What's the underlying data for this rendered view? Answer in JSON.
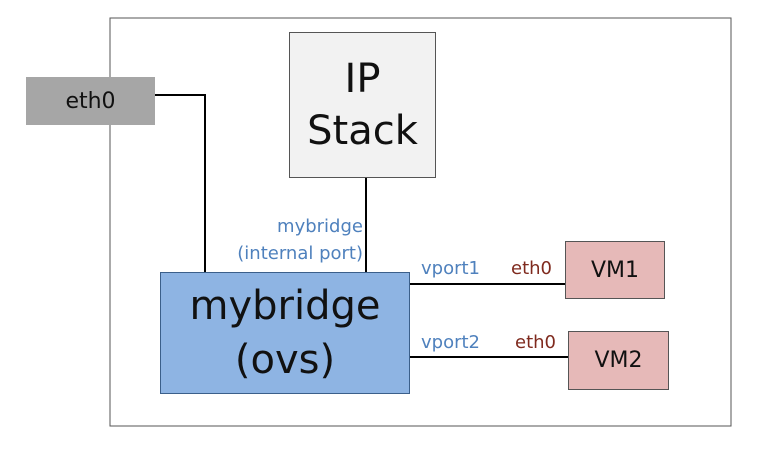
{
  "diagram": {
    "host_eth0": "eth0",
    "ip_stack_line1": "IP",
    "ip_stack_line2": "Stack",
    "internal_port_line1": "mybridge",
    "internal_port_line2": "(internal port)",
    "bridge_line1": "mybridge",
    "bridge_line2": "(ovs)",
    "vport1": "vport1",
    "vport2": "vport2",
    "vm1_eth0": "eth0",
    "vm2_eth0": "eth0",
    "vm1": "VM1",
    "vm2": "VM2"
  },
  "colors": {
    "host_border": "#555555",
    "eth0_box": "#a6a6a6",
    "ip_stack_fill": "#f2f2f2",
    "bridge_fill": "#8eb4e3",
    "vm_fill": "#e6b9b8",
    "port_label_blue": "#4f81bd",
    "vm_eth_label": "#7f2a1e",
    "line": "#000000"
  }
}
